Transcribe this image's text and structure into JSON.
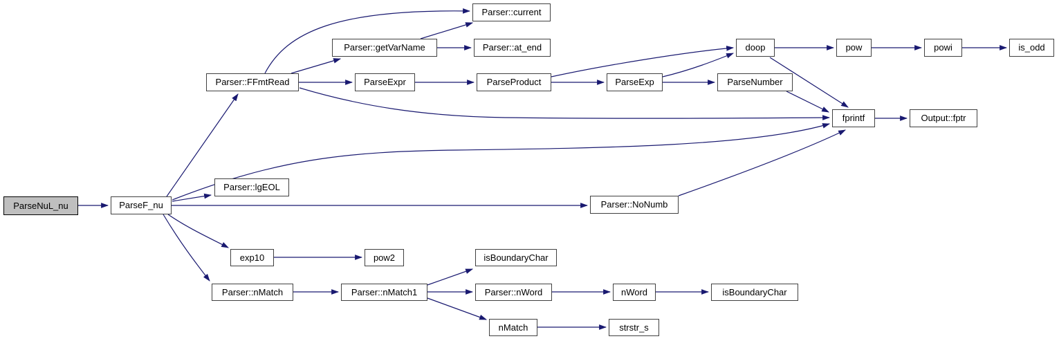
{
  "diagram": {
    "kind": "doxygen-call-graph",
    "root_function": "ParseNuL_nu"
  },
  "colors": {
    "edge_color": "#191970",
    "node_border": "#404040",
    "node_fill": "#ffffff",
    "root_fill": "#bfbfbf",
    "root_border": "#000000",
    "text_color": "#000000",
    "bg": "#ffffff"
  },
  "nodes": [
    {
      "id": "ParseNuL_nu",
      "label": "ParseNuL_nu",
      "root": true
    },
    {
      "id": "ParseF_nu",
      "label": "ParseF_nu"
    },
    {
      "id": "Parser_FFmtRead",
      "label": "Parser::FFmtRead"
    },
    {
      "id": "Parser_current",
      "label": "Parser::current"
    },
    {
      "id": "Parser_getVarName",
      "label": "Parser::getVarName"
    },
    {
      "id": "Parser_at_end",
      "label": "Parser::at_end"
    },
    {
      "id": "ParseExpr",
      "label": "ParseExpr"
    },
    {
      "id": "ParseProduct",
      "label": "ParseProduct"
    },
    {
      "id": "ParseExp",
      "label": "ParseExp"
    },
    {
      "id": "ParseNumber",
      "label": "ParseNumber"
    },
    {
      "id": "doop",
      "label": "doop"
    },
    {
      "id": "pow",
      "label": "pow"
    },
    {
      "id": "powi",
      "label": "powi"
    },
    {
      "id": "is_odd",
      "label": "is_odd"
    },
    {
      "id": "fprintf",
      "label": "fprintf"
    },
    {
      "id": "Output_fptr",
      "label": "Output::fptr"
    },
    {
      "id": "Parser_lgEOL",
      "label": "Parser::lgEOL"
    },
    {
      "id": "Parser_NoNumb",
      "label": "Parser::NoNumb"
    },
    {
      "id": "exp10",
      "label": "exp10"
    },
    {
      "id": "pow2",
      "label": "pow2"
    },
    {
      "id": "Parser_nMatch",
      "label": "Parser::nMatch"
    },
    {
      "id": "Parser_nMatch1",
      "label": "Parser::nMatch1"
    },
    {
      "id": "isBoundaryChar",
      "label": "isBoundaryChar"
    },
    {
      "id": "Parser_nWord",
      "label": "Parser::nWord"
    },
    {
      "id": "nWord",
      "label": "nWord"
    },
    {
      "id": "isBoundaryChar_2",
      "label": "isBoundaryChar"
    },
    {
      "id": "nMatch",
      "label": "nMatch"
    },
    {
      "id": "strstr_s",
      "label": "strstr_s"
    }
  ],
  "edges": [
    {
      "from": "ParseNuL_nu",
      "to": "ParseF_nu"
    },
    {
      "from": "ParseF_nu",
      "to": "Parser::FFmtRead"
    },
    {
      "from": "ParseF_nu",
      "to": "fprintf"
    },
    {
      "from": "ParseF_nu",
      "to": "Parser::lgEOL"
    },
    {
      "from": "ParseF_nu",
      "to": "Parser::NoNumb"
    },
    {
      "from": "ParseF_nu",
      "to": "exp10"
    },
    {
      "from": "ParseF_nu",
      "to": "Parser::nMatch"
    },
    {
      "from": "Parser::FFmtRead",
      "to": "Parser::current"
    },
    {
      "from": "Parser::FFmtRead",
      "to": "Parser::getVarName"
    },
    {
      "from": "Parser::FFmtRead",
      "to": "ParseExpr"
    },
    {
      "from": "Parser::FFmtRead",
      "to": "fprintf"
    },
    {
      "from": "Parser::getVarName",
      "to": "Parser::current"
    },
    {
      "from": "Parser::getVarName",
      "to": "Parser::at_end"
    },
    {
      "from": "ParseExpr",
      "to": "ParseProduct"
    },
    {
      "from": "ParseProduct",
      "to": "ParseExp"
    },
    {
      "from": "ParseProduct",
      "to": "doop"
    },
    {
      "from": "ParseExp",
      "to": "doop"
    },
    {
      "from": "ParseExp",
      "to": "ParseNumber"
    },
    {
      "from": "ParseNumber",
      "to": "fprintf"
    },
    {
      "from": "doop",
      "to": "pow"
    },
    {
      "from": "doop",
      "to": "fprintf"
    },
    {
      "from": "pow",
      "to": "powi"
    },
    {
      "from": "powi",
      "to": "is_odd"
    },
    {
      "from": "fprintf",
      "to": "Output::fptr"
    },
    {
      "from": "Parser::NoNumb",
      "to": "fprintf"
    },
    {
      "from": "exp10",
      "to": "pow2"
    },
    {
      "from": "Parser::nMatch",
      "to": "Parser::nMatch1"
    },
    {
      "from": "Parser::nMatch1",
      "to": "isBoundaryChar"
    },
    {
      "from": "Parser::nMatch1",
      "to": "Parser::nWord"
    },
    {
      "from": "Parser::nMatch1",
      "to": "nMatch"
    },
    {
      "from": "Parser::nWord",
      "to": "nWord"
    },
    {
      "from": "nWord",
      "to": "isBoundaryChar"
    },
    {
      "from": "nMatch",
      "to": "strstr_s"
    }
  ]
}
